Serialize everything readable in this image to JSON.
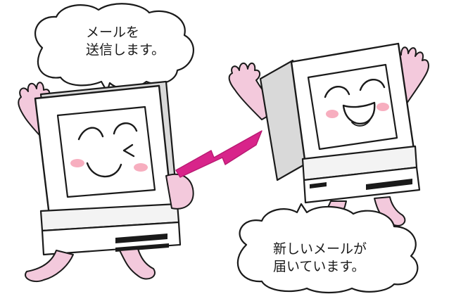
{
  "sender_bubble": {
    "line1": "メールを",
    "line2": "送信します。"
  },
  "receiver_bubble": {
    "line1": "新しいメールが",
    "line2": "届いています。"
  },
  "colors": {
    "skin": "#f3c9dc",
    "blush": "#f7aebf",
    "bolt": "#d8248a",
    "shade": "#d9d9d9",
    "outline": "#1a1a1a"
  },
  "icons": [
    "speech-bubble-icon",
    "computer-character-icon",
    "lightning-bolt-icon"
  ]
}
